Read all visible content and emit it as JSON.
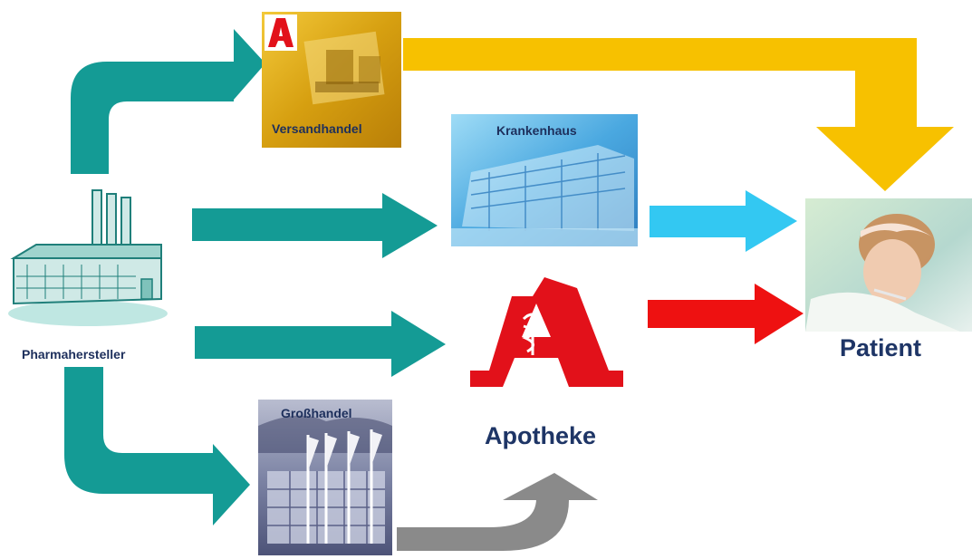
{
  "nodes": {
    "manufacturer": {
      "label": "Pharmahersteller",
      "icon": "factory-icon"
    },
    "mail_order": {
      "label": "Versandhandel",
      "icon": "pharmacy-logo-icon"
    },
    "hospital": {
      "label": "Krankenhaus",
      "icon": "hospital-building-icon"
    },
    "pharmacy": {
      "label": "Apotheke",
      "icon": "pharmacy-logo-icon"
    },
    "wholesale": {
      "label": "Großhandel",
      "icon": "warehouse-building-icon"
    },
    "patient": {
      "label": "Patient",
      "icon": "sick-patient-icon"
    }
  },
  "colors": {
    "teal": "#149b95",
    "yellow": "#f7c100",
    "light_blue": "#33c8f2",
    "red": "#ee1111",
    "gray": "#8a8a8a",
    "pharmacy_red": "#e2111a",
    "label_navy": "#1d2f5c"
  },
  "flows": [
    {
      "from": "Pharmahersteller",
      "to": "Versandhandel",
      "color": "teal"
    },
    {
      "from": "Pharmahersteller",
      "to": "Krankenhaus",
      "color": "teal"
    },
    {
      "from": "Pharmahersteller",
      "to": "Apotheke",
      "color": "teal"
    },
    {
      "from": "Pharmahersteller",
      "to": "Großhandel",
      "color": "teal"
    },
    {
      "from": "Versandhandel",
      "to": "Patient",
      "color": "yellow"
    },
    {
      "from": "Krankenhaus",
      "to": "Patient",
      "color": "light_blue"
    },
    {
      "from": "Apotheke",
      "to": "Patient",
      "color": "red"
    },
    {
      "from": "Großhandel",
      "to": "Apotheke",
      "color": "gray"
    }
  ]
}
